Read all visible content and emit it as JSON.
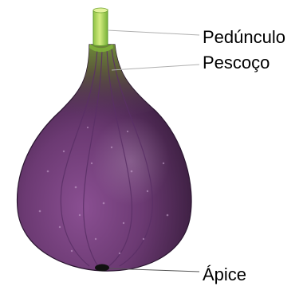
{
  "labels": {
    "stem": "Pedúnculo",
    "neck": "Pescoço",
    "apex": "Ápice"
  },
  "colors": {
    "stem_light": "#c9e46a",
    "stem_dark": "#6fae32",
    "fig_dark": "#3a1f3e",
    "fig_mid": "#6a3a72",
    "fig_light": "#9a63a0",
    "neck_green": "#6f7a3a",
    "leader_line": "#b0b0b0",
    "apex_dot": "#111111"
  }
}
